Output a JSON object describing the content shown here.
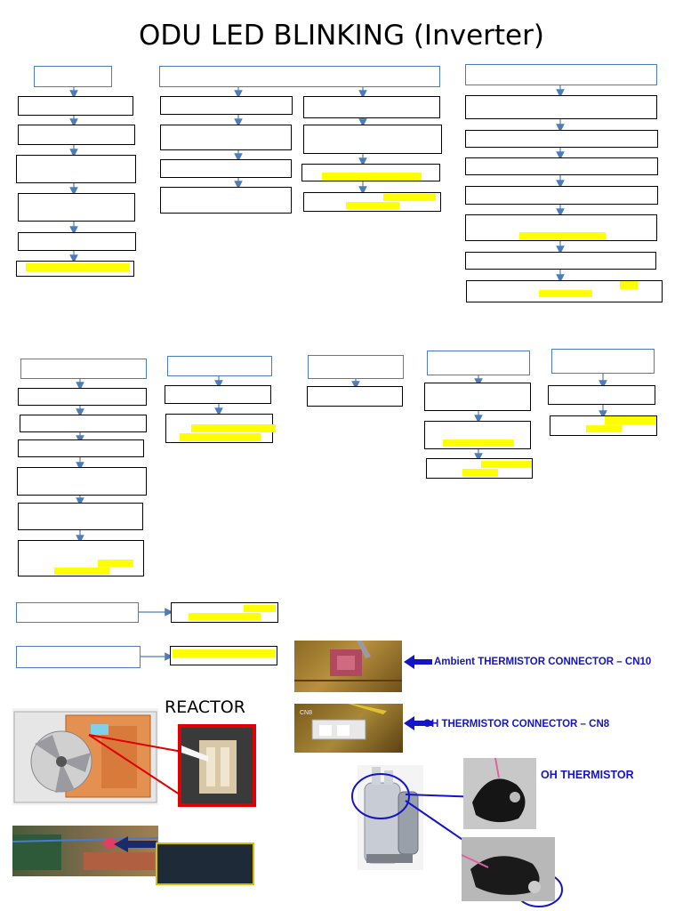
{
  "page": {
    "title": "ODU LED BLINKING (Inverter)"
  },
  "labels": {
    "reactor": "REACTOR",
    "ambient_connector": "Ambient THERMISTOR CONNECTOR – CN10",
    "oh_connector": "OH THERMISTOR CONNECTOR – CN8",
    "oh_thermistor": "OH THERMISTOR"
  },
  "colors": {
    "header_border": "#4a7ebb",
    "arrow": "#4a7ebb",
    "highlight": "#ffff00",
    "reactor_border": "#e00000",
    "callout_blue": "#1414c8"
  }
}
